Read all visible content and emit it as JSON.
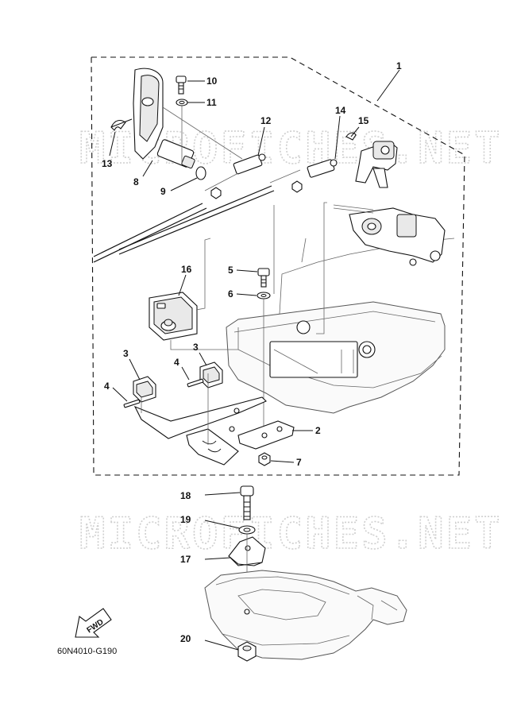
{
  "watermark": "MICROFICHES.NET",
  "drawing_code": "60N4010-G190",
  "fwd_label": "FWD",
  "callouts": {
    "c1": "1",
    "c2": "2",
    "c3a": "3",
    "c3b": "3",
    "c4a": "4",
    "c4b": "4",
    "c5": "5",
    "c6": "6",
    "c7": "7",
    "c8": "8",
    "c9": "9",
    "c10": "10",
    "c11": "11",
    "c12": "12",
    "c13": "13",
    "c14": "14",
    "c15": "15",
    "c16": "16",
    "c17": "17",
    "c18": "18",
    "c19": "19",
    "c20": "20"
  }
}
